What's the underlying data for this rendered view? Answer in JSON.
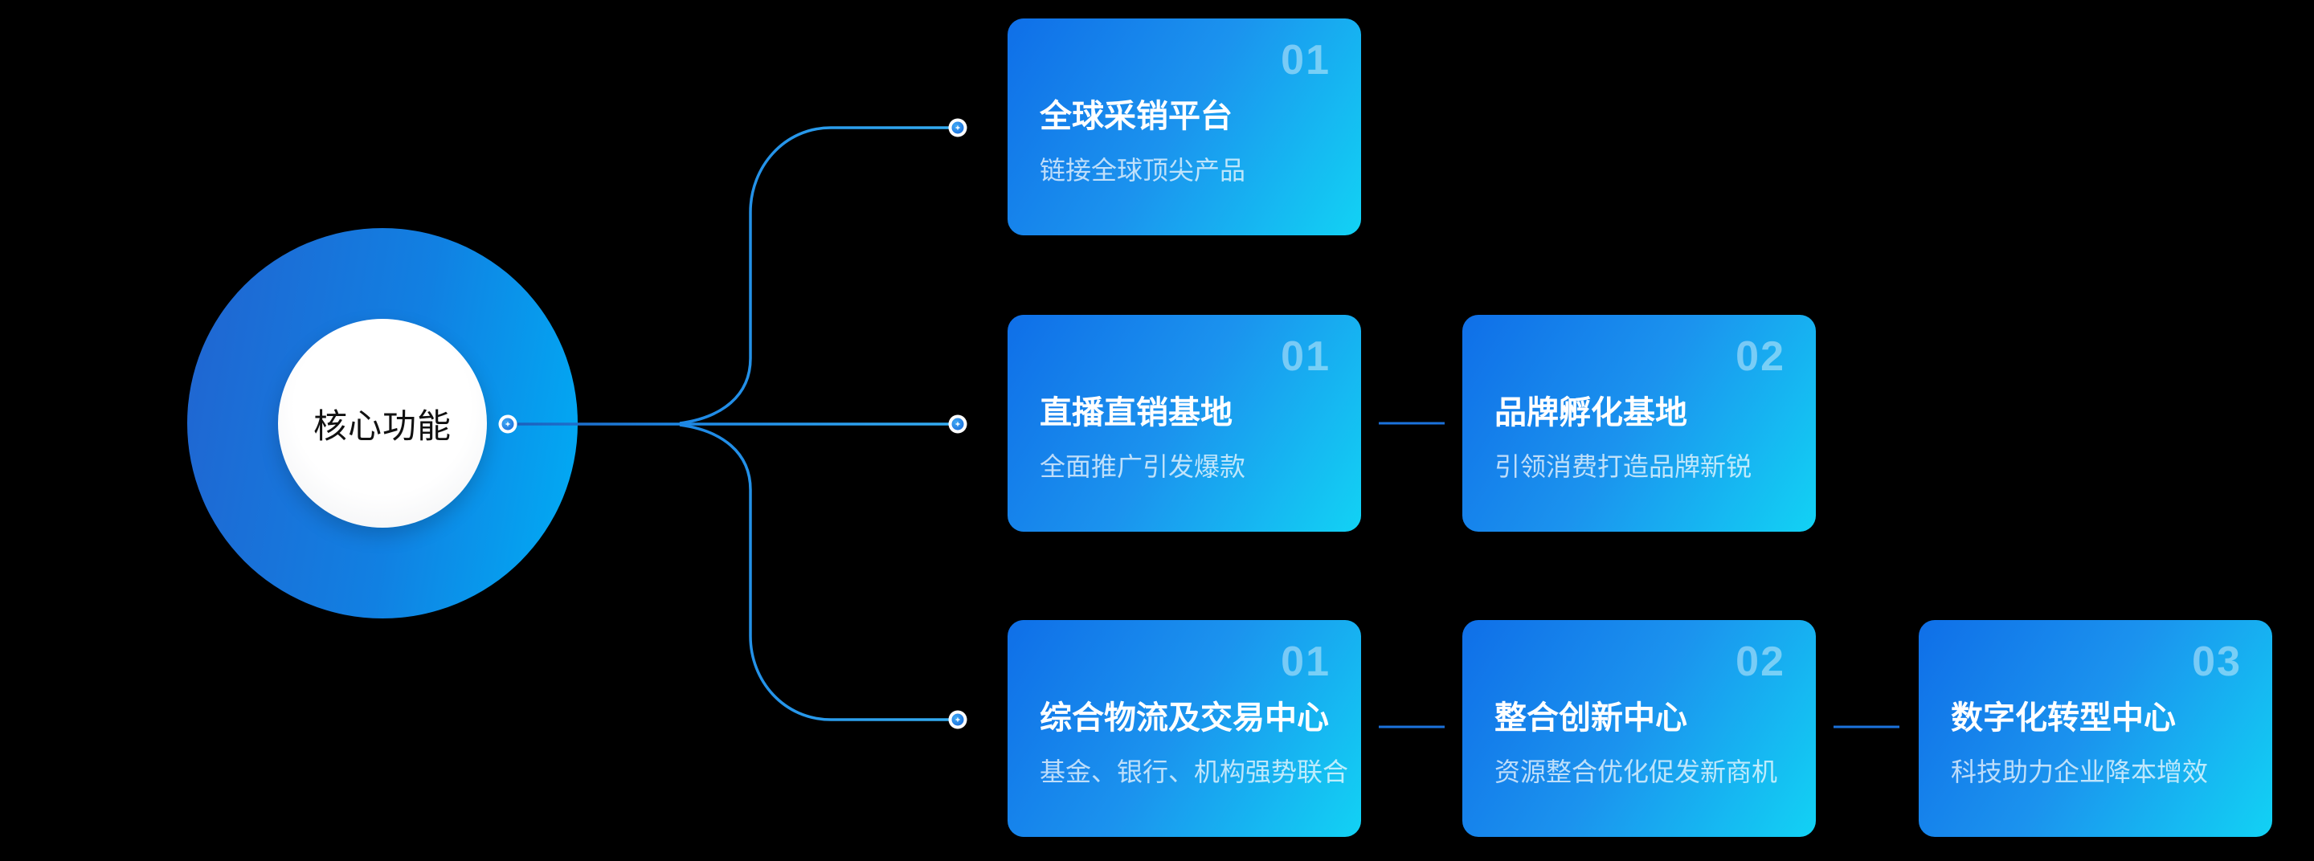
{
  "center": {
    "label": "核心功能"
  },
  "cards": [
    {
      "number": "01",
      "title": "全球采销平台",
      "subtitle": "链接全球顶尖产品"
    },
    {
      "number": "01",
      "title": "直播直销基地",
      "subtitle": "全面推广引发爆款"
    },
    {
      "number": "02",
      "title": "品牌孵化基地",
      "subtitle": "引领消费打造品牌新锐"
    },
    {
      "number": "01",
      "title": "综合物流及交易中心",
      "subtitle": "基金、银行、机构强势联合"
    },
    {
      "number": "02",
      "title": "整合创新中心",
      "subtitle": "资源整合优化促发新商机"
    },
    {
      "number": "03",
      "title": "数字化转型中心",
      "subtitle": "科技助力企业降本增效"
    }
  ],
  "colors": {
    "background": "#000000",
    "line_dark": "#1c5cb8",
    "line_mid": "#1e88e5",
    "line_light": "#35aef2",
    "card_gradient_start": "#0f6fe8",
    "card_gradient_end": "#12d2f4",
    "circle_gradient_start": "#2164d0",
    "circle_gradient_end": "#00aef5"
  }
}
